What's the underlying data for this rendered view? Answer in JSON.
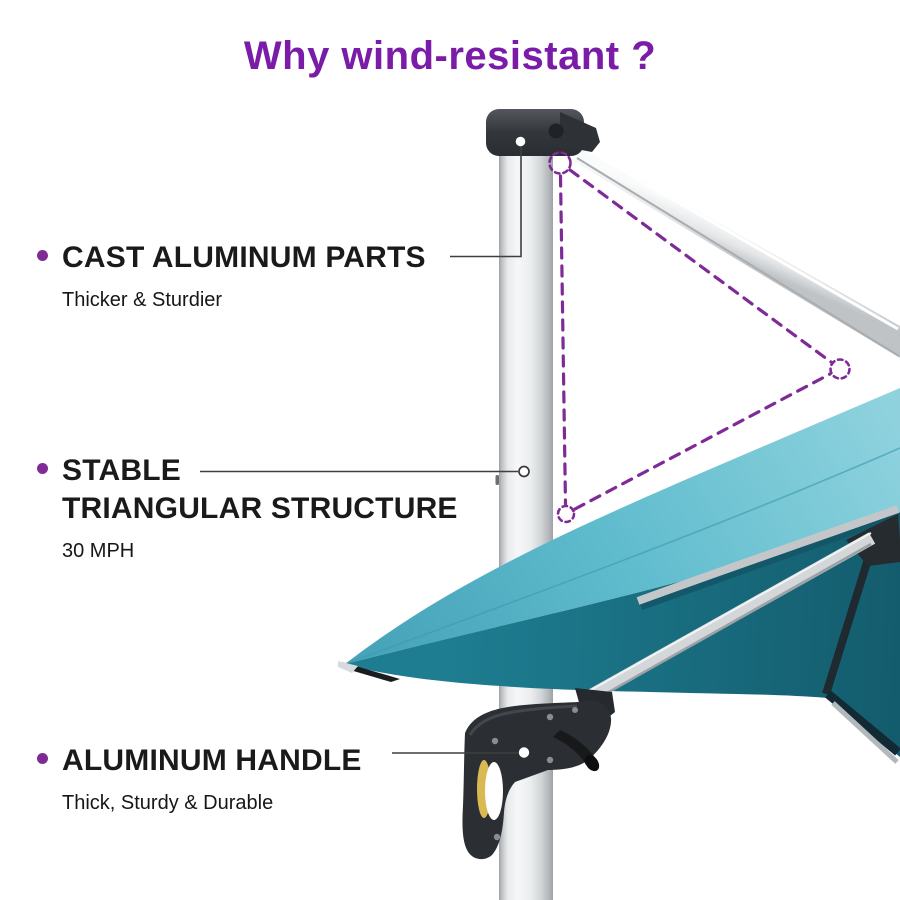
{
  "title": {
    "text": "Why wind-resistant ?"
  },
  "annotations": [
    {
      "label": "CAST ALUMINUM PARTS",
      "sublabel": "Thicker & Sturdier"
    },
    {
      "label": "STABLE",
      "label_line2": "TRIANGULAR STRUCTURE",
      "sublabel": "30 MPH"
    },
    {
      "label": "ALUMINUM HANDLE",
      "sublabel": "Thick, Sturdy & Durable"
    }
  ],
  "colors": {
    "title_purple": "#7A1CA8",
    "accent_purple": "#7E2B96",
    "text_black": "#1A1A1A",
    "canopy_teal_highlight": "#8FD2DE",
    "canopy_teal": "#5FBCCD",
    "canopy_teal_deep": "#47A4BA",
    "canopy_underside": "#1E7D91",
    "canopy_underside_dark": "#135C6D",
    "frame_silver": "#D8DBDD",
    "frame_dark_gray": "#33373C",
    "handle_yellow": "#D9BA52",
    "marker_white": "#FFFFFF",
    "leader_line": "#3F3F3F"
  }
}
